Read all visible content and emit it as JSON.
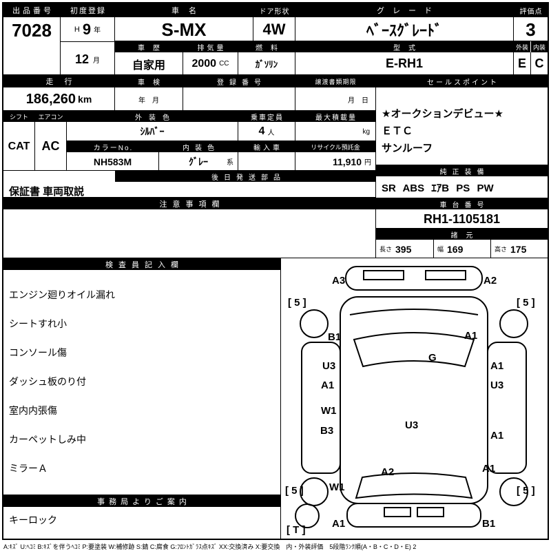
{
  "top": {
    "auction_no_label": "出品番号",
    "auction_no": "7028",
    "first_reg_label": "初度登録",
    "first_reg_era": "H",
    "first_reg_year": "9",
    "first_reg_year_unit": "年",
    "first_reg_month": "12",
    "first_reg_month_unit": "月",
    "car_name_label": "車名",
    "car_name": "S-MX",
    "door_label": "ドア形状",
    "door": "4W",
    "grade_label": "グレード",
    "grade": "ﾍﾞｰｽｸﾞﾚｰﾄﾞ",
    "rating_label": "評価点",
    "rating": "3",
    "exterior_label": "外装",
    "interior_label": "内装",
    "exterior_rating": "E",
    "interior_rating": "C",
    "history_label": "車歴",
    "history": "自家用",
    "displacement_label": "排気量",
    "displacement": "2000",
    "displacement_unit": "CC",
    "fuel_label": "燃料",
    "fuel": "ｶﾞｿﾘﾝ",
    "model_label": "型式",
    "model": "E-RH1"
  },
  "row2": {
    "mileage_label": "走行",
    "mileage": "186,260",
    "mileage_unit": "km",
    "inspection_label": "車検",
    "inspection_value": "年　月",
    "reg_no_label": "登録番号",
    "reg_no": "",
    "transfer_label": "譲渡書類期限",
    "transfer_value": "月　日",
    "sales_label": "セールスポイント",
    "sales_points": [
      "★オークションデビュー★",
      "ＥＴＣ",
      "サンルーフ"
    ]
  },
  "row3": {
    "shift_label": "シフト",
    "shift": "CAT",
    "aircon_label": "エアコン",
    "aircon": "AC",
    "ext_color_label": "外装色",
    "ext_color": "ｼﾙﾊﾞｰ",
    "capacity_label": "乗車定員",
    "capacity": "4",
    "capacity_unit": "人",
    "max_load_label": "最大積載量",
    "max_load_unit": "kg",
    "color_no_label": "カラーNo.",
    "color_no": "NH583M",
    "int_color_label": "内装色",
    "int_color": "ｸﾞﾚｰ",
    "int_color_suffix": "系",
    "import_label": "輸入車",
    "import_value": "",
    "recycle_label": "リサイクル預託金",
    "recycle_value": "11,910",
    "recycle_unit": "円"
  },
  "parts": {
    "label": "後日発送部品",
    "value": "保証書 車両取説"
  },
  "caution": {
    "label": "注意事項欄",
    "value": ""
  },
  "equipment": {
    "label": "純正装備",
    "value": "SR ABS ｴｱB PS PW"
  },
  "chassis": {
    "label": "車台番号",
    "value": "RH1-1105181"
  },
  "specs": {
    "label": "諸元",
    "length_label": "長さ",
    "length": "395",
    "width_label": "幅",
    "width": "169",
    "height_label": "高さ",
    "height": "175"
  },
  "inspector": {
    "label": "検査員記入欄",
    "notes": [
      "エンジン廻りオイル漏れ",
      "シートすれ小",
      "コンソール傷",
      "ダッシュ板のり付",
      "室内内張傷",
      "カーペットしみ中",
      "ミラーＡ"
    ]
  },
  "office": {
    "label": "事務局よりご案内",
    "value": "キーロック"
  },
  "diagram": {
    "labels": [
      "A3",
      "A2",
      "[ 5 ]",
      "[ 5 ]",
      "B1",
      "A1",
      "U3",
      "G",
      "A1",
      "A1",
      "U3",
      "W1",
      "U3",
      "B3",
      "A1",
      "A2",
      "A1",
      "W1",
      "[ 5 ]",
      "[ 5 ]",
      "A1",
      "B1",
      "[ T ]"
    ]
  },
  "legend": "A:ｷｽﾞ U:ﾍｺﾐ B:ｷｽﾞを伴うﾍｺﾐ P:要塗装 W:補修跡 S:錆 C:腐食 G:ﾌﾛﾝﾄｶﾞﾗｽ点ｷｽﾞ XX:交換済み X:要交換　内・外装評価　5段階ﾗﾝｸ順(A・B・C・D・E) 2"
}
